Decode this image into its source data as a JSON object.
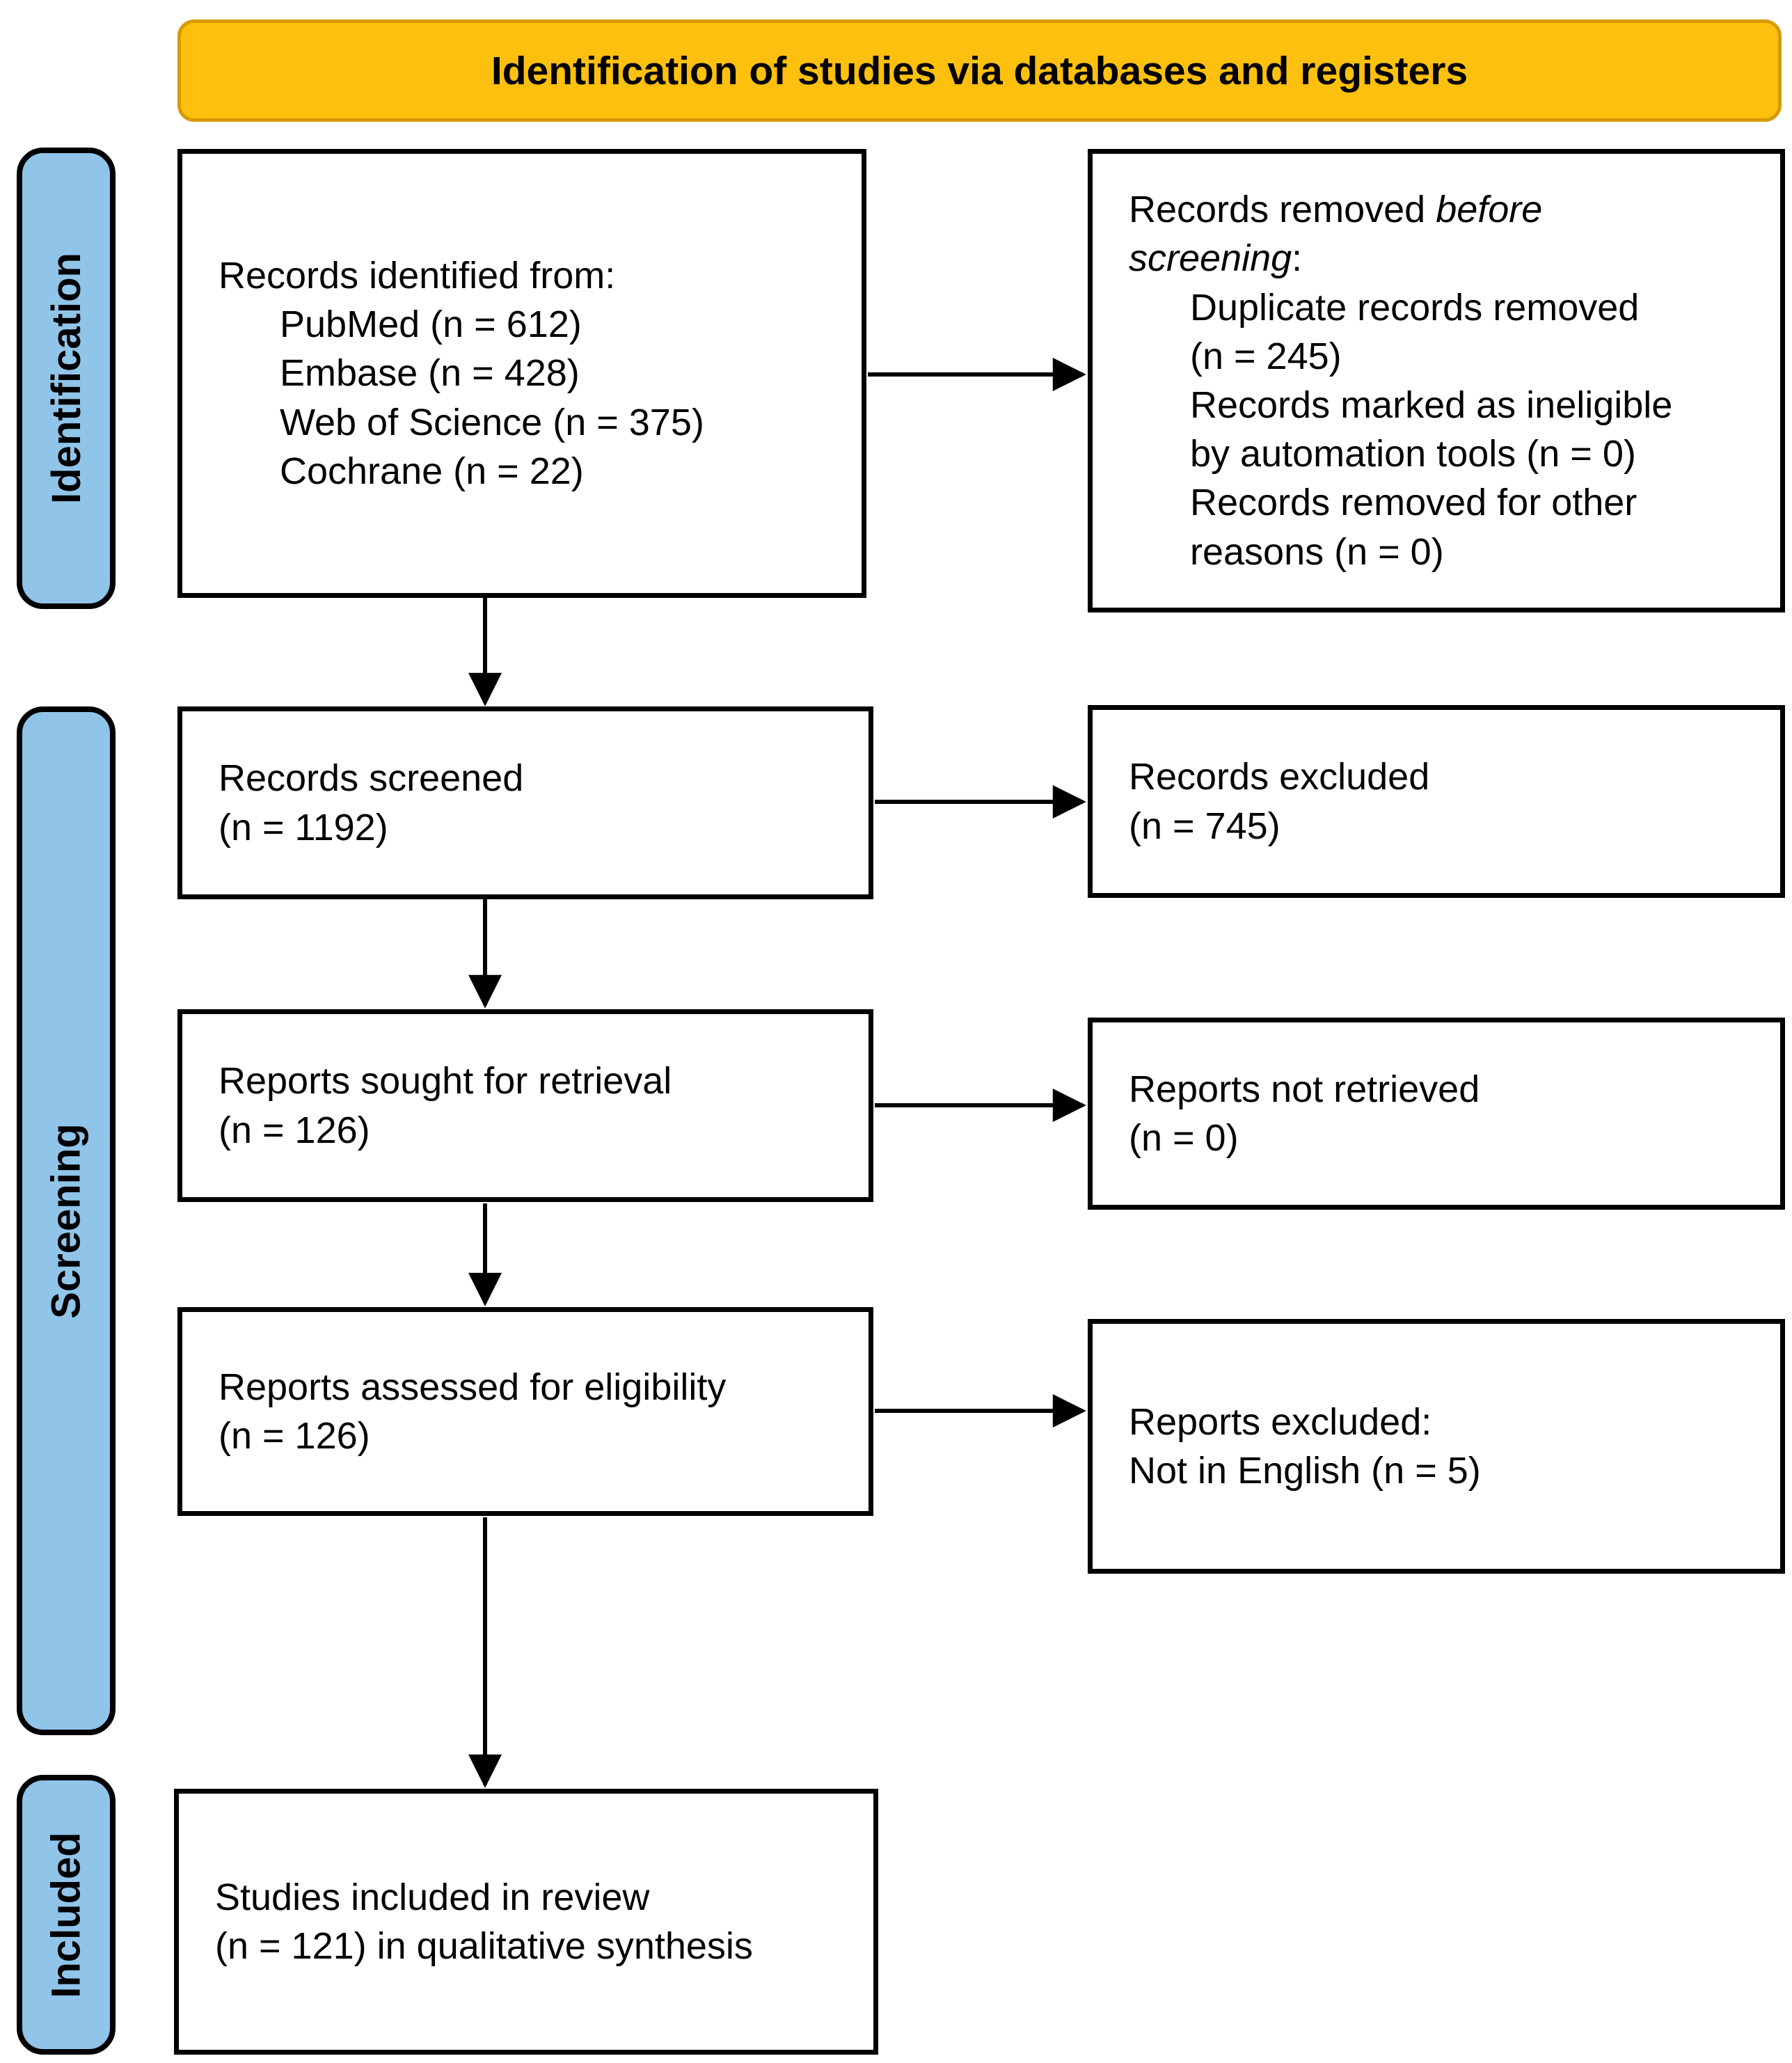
{
  "banner": {
    "title": "Identification of studies via databases and registers"
  },
  "colors": {
    "banner_bg": "#FEC00F",
    "banner_border": "#D79A00",
    "stage_bar_bg": "#90C4E9",
    "box_bg": "#FFFFFF",
    "box_border": "#000000",
    "arrow": "#000000",
    "text": "#000000"
  },
  "stages": [
    {
      "label": "Identification"
    },
    {
      "label": "Screening"
    },
    {
      "label": "Included"
    }
  ],
  "boxes": {
    "identified": {
      "title": "Records identified from:",
      "items": [
        "PubMed (n = 612)",
        "Embase (n = 428)",
        "Web of Science (n = 375)",
        "Cochrane (n = 22)"
      ]
    },
    "removed": {
      "title_line1_normal": "Records removed ",
      "title_line1_italic": "before",
      "title_line2_italic": "screening",
      "title_line2_suffix": ":",
      "item_lines": [
        "Duplicate records removed",
        "(n = 245)",
        "Records marked as ineligible",
        "by automation tools (n = 0)",
        "Records removed for other",
        "reasons (n = 0)"
      ]
    },
    "screened": {
      "lines": [
        "Records screened",
        "(n = 1192)"
      ]
    },
    "records_excluded": {
      "lines": [
        "Records excluded",
        "(n = 745)"
      ]
    },
    "sought": {
      "lines": [
        "Reports sought for retrieval",
        "(n = 126)"
      ]
    },
    "not_retrieved": {
      "lines": [
        "Reports not retrieved",
        "(n = 0)"
      ]
    },
    "assessed": {
      "lines": [
        "Reports assessed for eligibility",
        "(n = 126)"
      ]
    },
    "reports_excluded": {
      "lines": [
        "Reports excluded:",
        "Not in English (n = 5)"
      ]
    },
    "included": {
      "lines": [
        "Studies included in review",
        "(n = 121) in qualitative synthesis"
      ]
    }
  }
}
